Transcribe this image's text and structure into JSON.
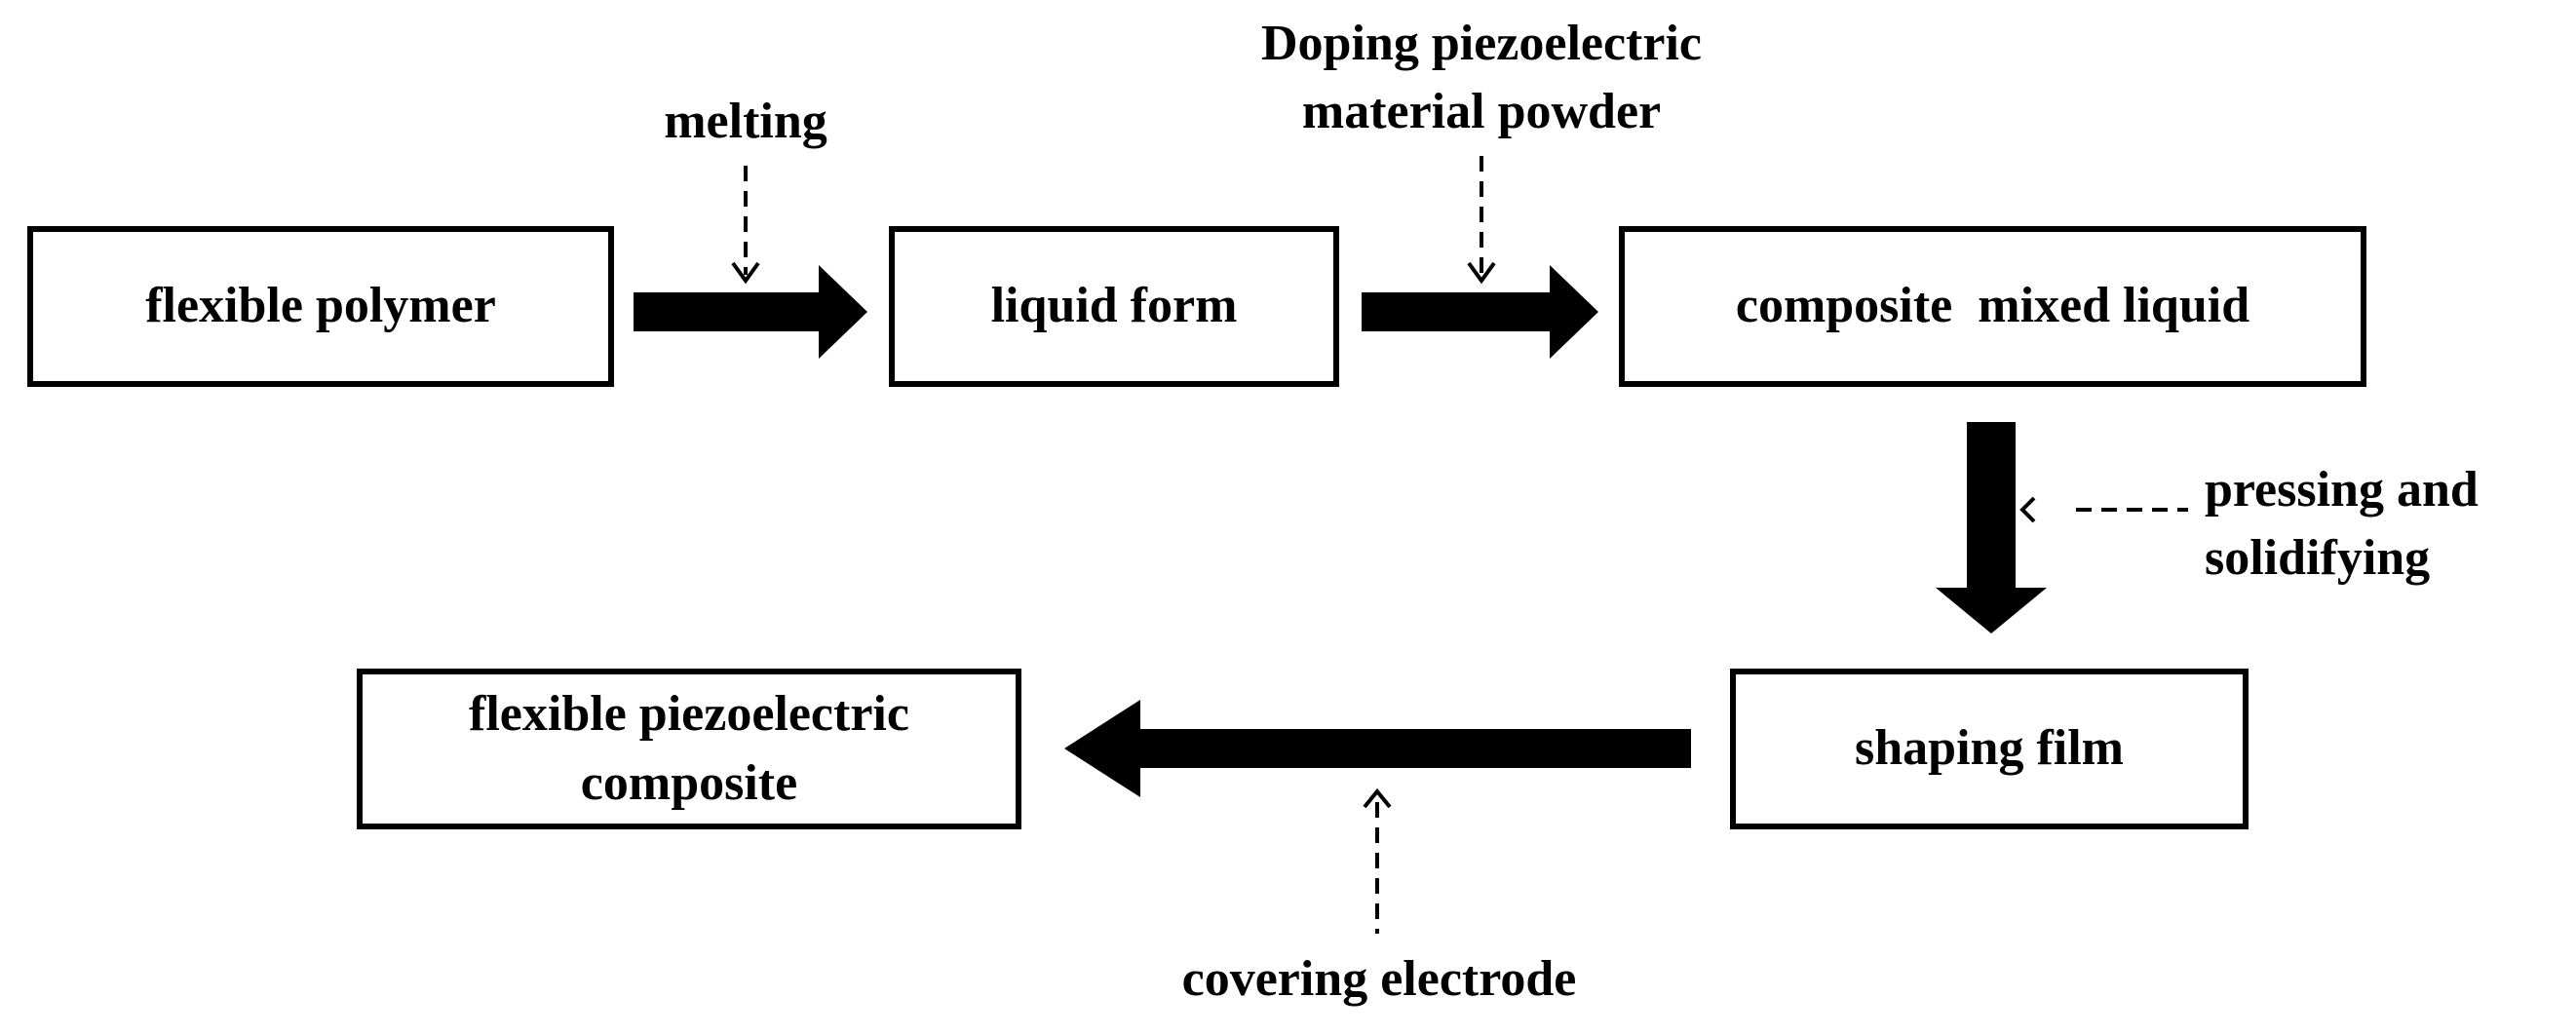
{
  "nodes": {
    "flexible_polymer": "flexible polymer",
    "liquid_form": "liquid form",
    "composite_mixed_liquid": "composite  mixed liquid",
    "shaping_film": "shaping film",
    "flexible_piezoelectric_composite": {
      "line1": "flexible piezoelectric",
      "line2": "composite"
    }
  },
  "process_labels": {
    "melting": "melting",
    "doping": {
      "line1": "Doping piezoelectric",
      "line2": "material powder"
    },
    "pressing": {
      "line1": "pressing and",
      "line2": "solidifying"
    },
    "covering": "covering electrode"
  }
}
